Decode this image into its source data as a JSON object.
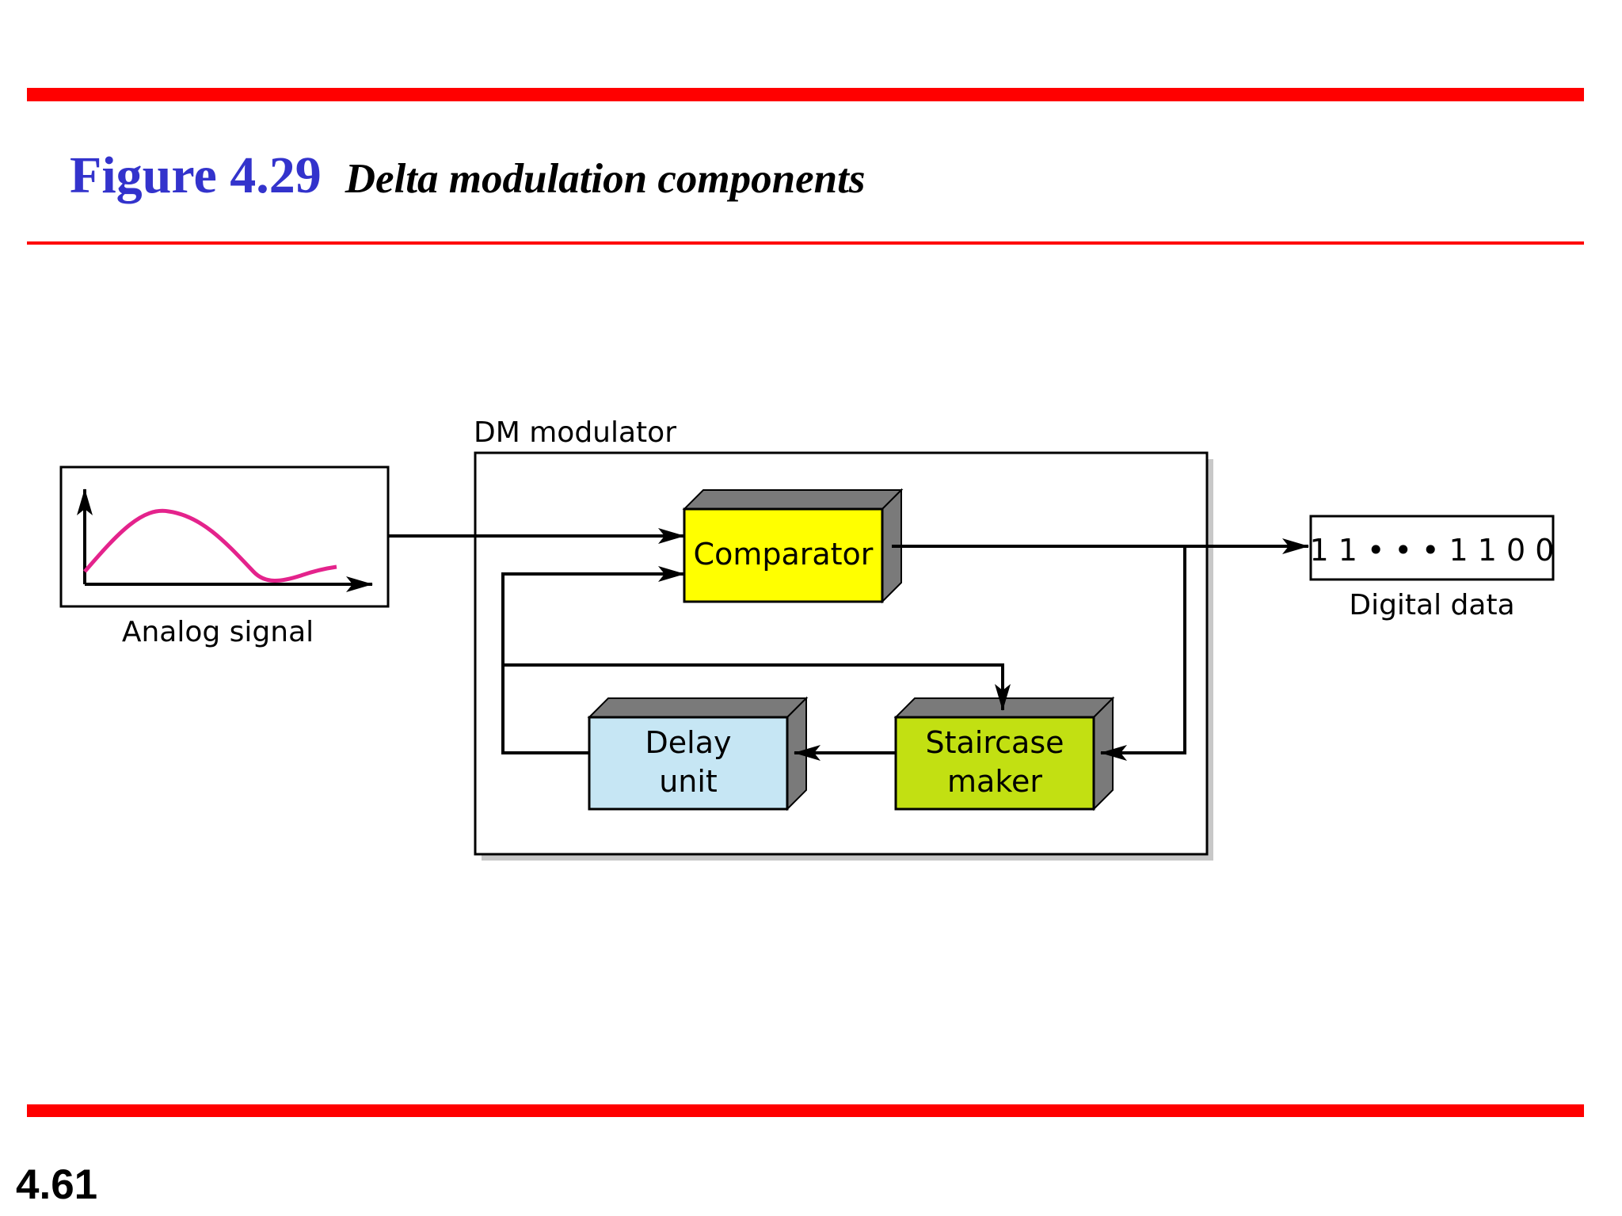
{
  "slide": {
    "figure_number": "Figure 4.29",
    "figure_caption": "Delta modulation components",
    "slide_number": "4.61"
  },
  "diagram": {
    "input_label": "Analog signal",
    "modulator_label": "DM modulator",
    "blocks": {
      "comparator": "Comparator",
      "delay_line1": "Delay",
      "delay_line2": "unit",
      "staircase_line1": "Staircase",
      "staircase_line2": "maker"
    },
    "output_bits": "1 1 • • • 1 1 0 0",
    "output_label": "Digital data",
    "colors": {
      "accent_red": "#ff0000",
      "title_blue": "#3333cc",
      "comparator": "#ffff00",
      "staircase": "#c2e012",
      "delay": "#c6e6f4",
      "signal_curve": "#e4238c"
    }
  }
}
